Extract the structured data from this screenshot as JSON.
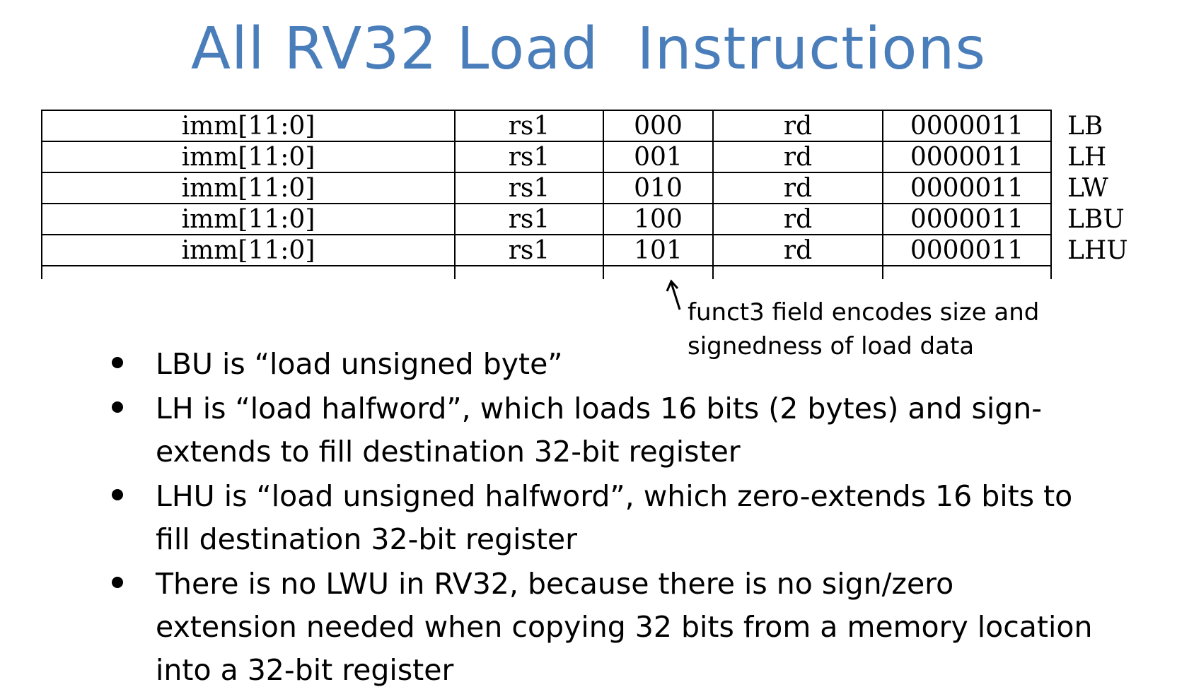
{
  "title": "All RV32 Load  Instructions",
  "table": {
    "rows": [
      {
        "imm": "imm[11:0]",
        "rs1": "rs1",
        "funct3": "000",
        "rd": "rd",
        "opcode": "0000011",
        "op": "LB"
      },
      {
        "imm": "imm[11:0]",
        "rs1": "rs1",
        "funct3": "001",
        "rd": "rd",
        "opcode": "0000011",
        "op": "LH"
      },
      {
        "imm": "imm[11:0]",
        "rs1": "rs1",
        "funct3": "010",
        "rd": "rd",
        "opcode": "0000011",
        "op": "LW"
      },
      {
        "imm": "imm[11:0]",
        "rs1": "rs1",
        "funct3": "100",
        "rd": "rd",
        "opcode": "0000011",
        "op": "LBU"
      },
      {
        "imm": "imm[11:0]",
        "rs1": "rs1",
        "funct3": "101",
        "rd": "rd",
        "opcode": "0000011",
        "op": "LHU"
      }
    ]
  },
  "annotation": {
    "line1": "funct3 field encodes size and",
    "line2": "signedness of load data"
  },
  "bullets": [
    "LBU is “load unsigned byte”",
    "LH is “load halfword”, which loads 16 bits (2 bytes) and sign-extends to fill destination 32-bit register",
    "LHU is “load unsigned halfword”, which zero-extends 16 bits to fill destination 32-bit register",
    "There is no LWU in RV32, because there is no sign/zero extension needed when copying 32 bits from a memory location into a 32-bit register"
  ],
  "colors": {
    "title": "#4a7ebb",
    "text": "#000000",
    "background": "#ffffff"
  }
}
